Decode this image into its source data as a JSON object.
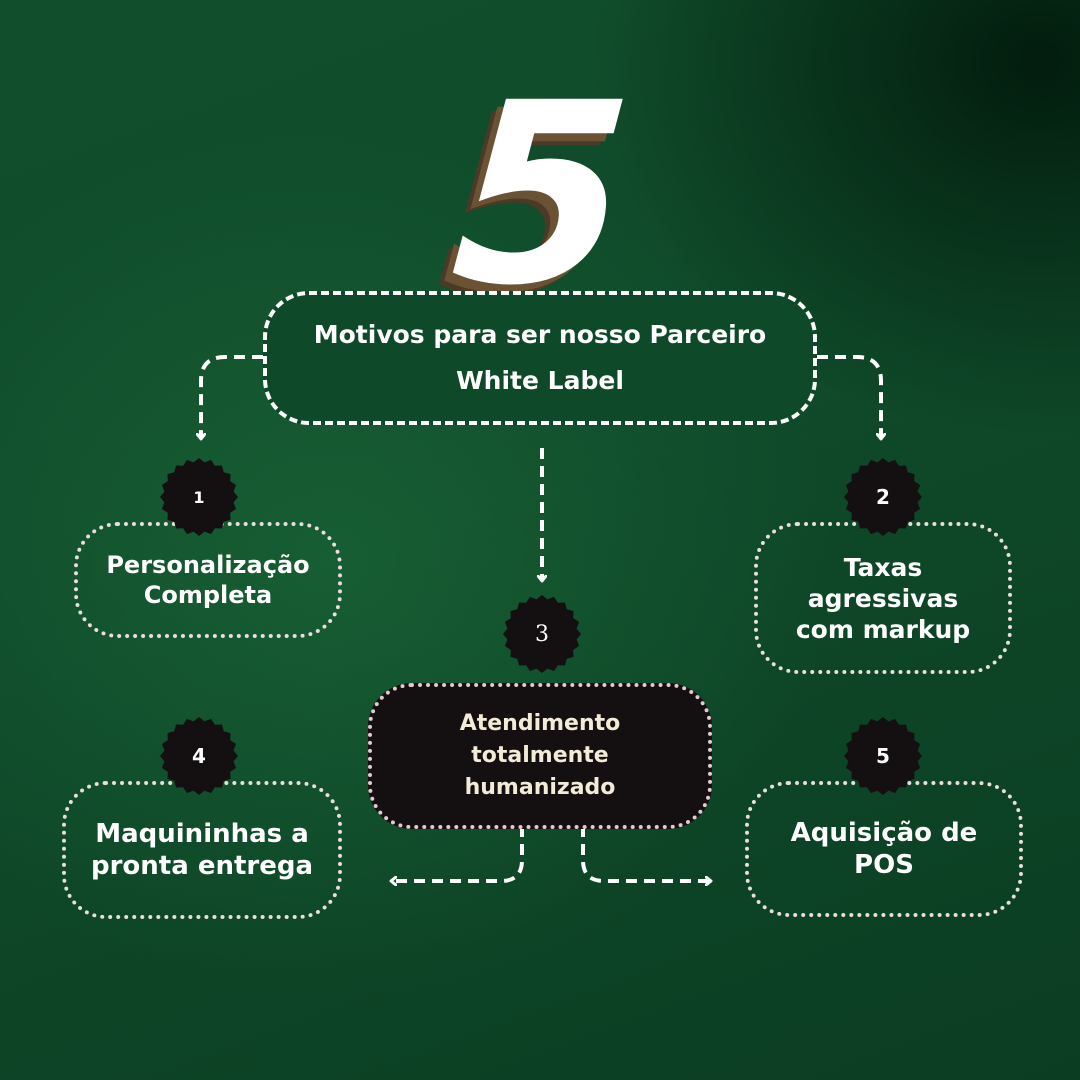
{
  "header": {
    "number": "5",
    "title_line1": "Motivos para ser nosso Parceiro",
    "title_line2": "White Label"
  },
  "reasons": [
    {
      "number": "1",
      "line1": "Personalização",
      "line2": "Completa",
      "line3": ""
    },
    {
      "number": "2",
      "line1": "Taxas",
      "line2": "agressivas",
      "line3": "com markup"
    },
    {
      "number": "3",
      "line1": "Atendimento",
      "line2": "totalmente",
      "line3": "humanizado"
    },
    {
      "number": "4",
      "line1": "Maquininhas a",
      "line2": "pronta entrega",
      "line3": ""
    },
    {
      "number": "5",
      "line1": "Aquisição de",
      "line2": "POS",
      "line3": ""
    }
  ],
  "colors": {
    "background": "#0f4a2a",
    "accent_shadow": "#6b5235",
    "badge": "#141011",
    "text": "#ffffff",
    "dark_card_text": "#f3ead8"
  }
}
